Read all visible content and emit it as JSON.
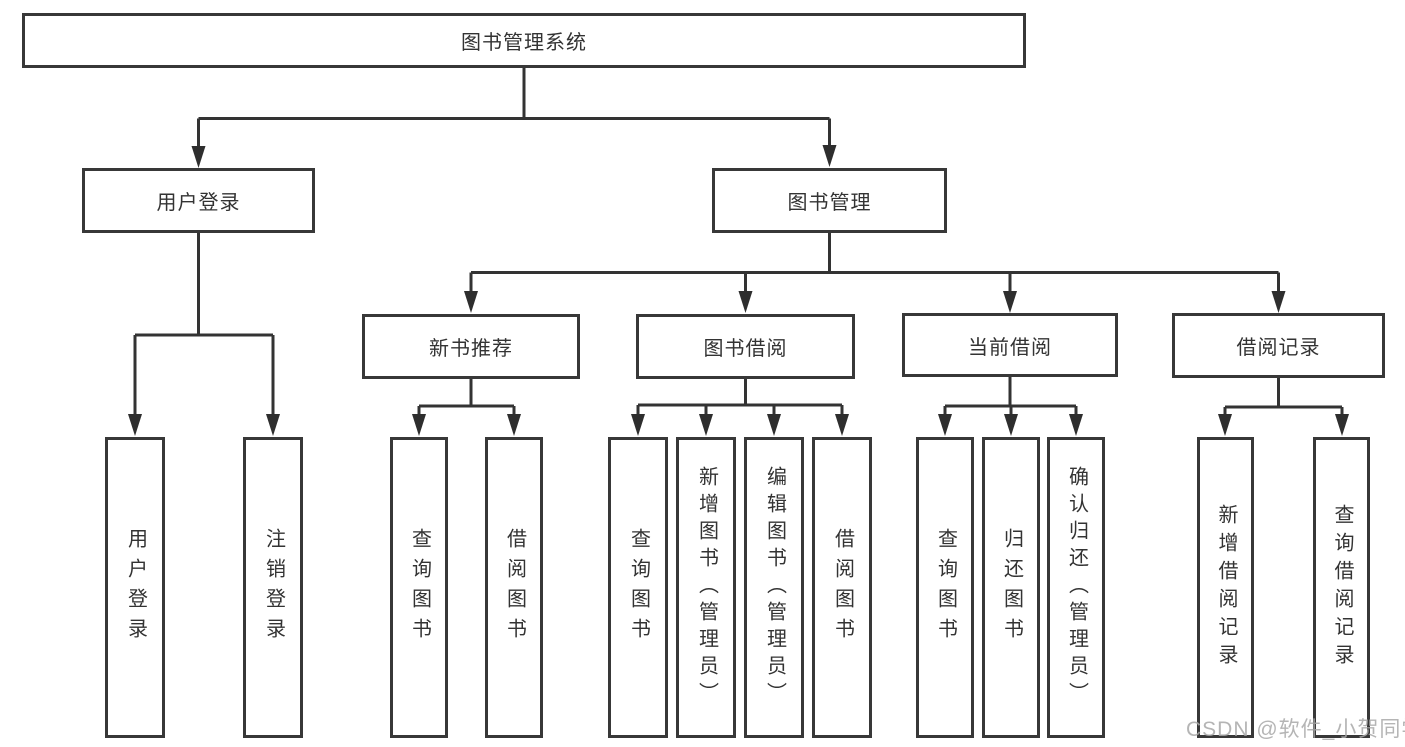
{
  "diagram_title": "图书管理系统",
  "colors": {
    "border": "#383838",
    "line": "#333333",
    "arrow": "#2e2e2e",
    "text": "#333333",
    "background": "#ffffff",
    "watermark": "#a8a8a8"
  },
  "nodes": {
    "root": "图书管理系统",
    "user_login": "用户登录",
    "book_mgmt": "图书管理",
    "new_book_rec": "新书推荐",
    "book_borrow": "图书借阅",
    "current_borrow": "当前借阅",
    "borrow_records": "借阅记录",
    "ul_user_login": "用户登录",
    "ul_logout": "注销登录",
    "nbr_query_books": "查询图书",
    "nbr_borrow_books": "借阅图书",
    "bb_query_books": "查询图书",
    "bb_add_books": "新增图书（管理员）",
    "bb_edit_books": "编辑图书（管理员）",
    "bb_borrow_books": "借阅图书",
    "cb_query_books": "查询图书",
    "cb_return_books": "归还图书",
    "cb_confirm_return": "确认归还（管理员）",
    "br_add_record": "新增借阅记录",
    "br_query_record": "查询借阅记录"
  },
  "tree": {
    "label": "图书管理系统",
    "children": [
      {
        "label": "用户登录",
        "children": [
          {
            "label": "用户登录"
          },
          {
            "label": "注销登录"
          }
        ]
      },
      {
        "label": "图书管理",
        "children": [
          {
            "label": "新书推荐",
            "children": [
              {
                "label": "查询图书"
              },
              {
                "label": "借阅图书"
              }
            ]
          },
          {
            "label": "图书借阅",
            "children": [
              {
                "label": "查询图书"
              },
              {
                "label": "新增图书（管理员）"
              },
              {
                "label": "编辑图书（管理员）"
              },
              {
                "label": "借阅图书"
              }
            ]
          },
          {
            "label": "当前借阅",
            "children": [
              {
                "label": "查询图书"
              },
              {
                "label": "归还图书"
              },
              {
                "label": "确认归还（管理员）"
              }
            ]
          },
          {
            "label": "借阅记录",
            "children": [
              {
                "label": "新增借阅记录"
              },
              {
                "label": "查询借阅记录"
              }
            ]
          }
        ]
      }
    ]
  },
  "watermark": "CSDN @软件_小贺同学"
}
